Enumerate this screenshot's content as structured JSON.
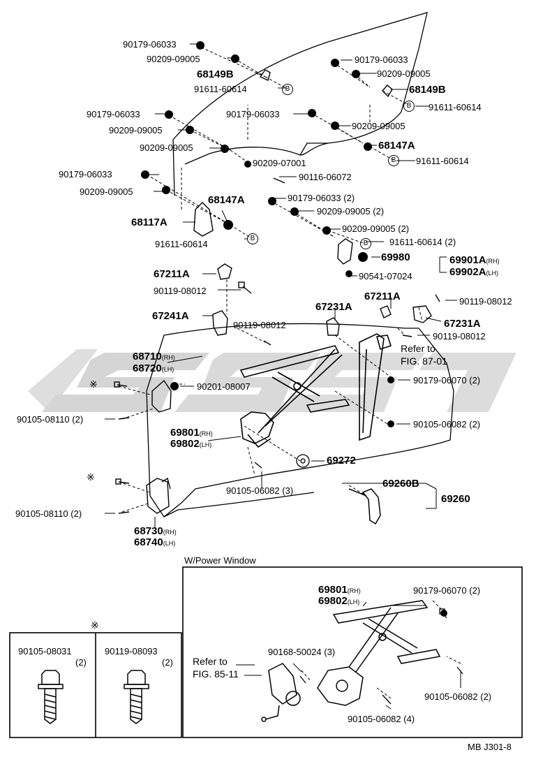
{
  "watermark": "ssss",
  "labels": {
    "p1": "90179-06033",
    "p2": "90209-09005",
    "p3": "68149B",
    "p4": "91611-60614",
    "p5": "90179-06033",
    "p6": "90209-09005",
    "p7": "68149B",
    "p8": "91611-60614",
    "p9": "90179-06033",
    "p10": "90209-09005",
    "p11": "90179-06033",
    "p12": "90209-09005",
    "p13": "90209-09005",
    "p14": "68147A",
    "p15": "90209-07001",
    "p16": "91611-60614",
    "p17": "90116-06072",
    "p18": "90179-06033",
    "p19": "90209-09005",
    "p20": "90179-06033 (2)",
    "p21": "90209-09005 (2)",
    "p22": "68147A",
    "p23": "68117A",
    "p24": "90209-09005 (2)",
    "p25": "91611-60614",
    "p26": "91611-60614 (2)",
    "p27": "69980",
    "p28": "69901A",
    "p28s": "(RH)",
    "p29": "69902A",
    "p29s": "(LH)",
    "p30": "90541-07024",
    "p31": "67211A",
    "p32": "90119-08012",
    "p33": "67211A",
    "p34": "90119-08012",
    "p35": "67241A",
    "p36": "67231A",
    "p37": "90119-08012",
    "p38": "67231A",
    "p39": "90119-08012",
    "p40": "Refer to",
    "p41": "FIG. 87-01",
    "p42": "68710",
    "p42s": "(RH)",
    "p43": "68720",
    "p43s": "(LH)",
    "p44": "90201-08007",
    "p45": "90179-06070 (2)",
    "p46": "90105-08110 (2)",
    "p47": "90105-06082 (2)",
    "p48": "69801",
    "p48s": "(RH)",
    "p49": "69802",
    "p49s": "(LH)",
    "p50": "69272",
    "p51": "90105-06082 (3)",
    "p52": "69260B",
    "p53": "69260",
    "p54": "90105-08110 (2)",
    "p55": "68730",
    "p55s": "(RH)",
    "p56": "68740",
    "p56s": "(LH)",
    "marker": "※",
    "circle_b": "B"
  },
  "power_window": {
    "title": "W/Power Window",
    "l1": "69801",
    "l1s": "(RH)",
    "l2": "69802",
    "l2s": "(LH)",
    "l3": "90179-06070 (2)",
    "l4": "90168-50024 (3)",
    "l5": "Refer to",
    "l6": "FIG. 85-11",
    "l7": "90105-06082 (2)",
    "l8": "90105-06082 (4)"
  },
  "bolt_box": {
    "left_part": "90105-08031",
    "left_qty": "(2)",
    "right_part": "90119-08093",
    "right_qty": "(2)"
  },
  "footer": "MB J301-8"
}
